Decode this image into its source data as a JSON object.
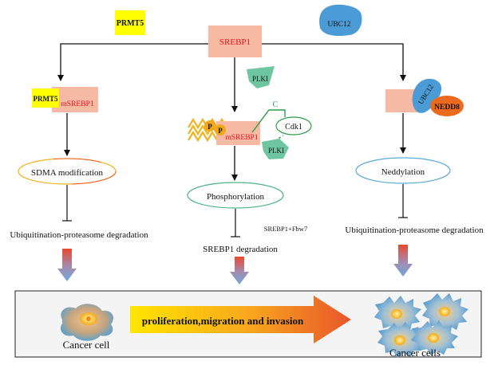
{
  "top": {
    "prmt5_label": "PRMT5",
    "srebp1_label": "SREBP1",
    "ubc12_label": "UBC12"
  },
  "left_path": {
    "prmt5_label": "PRMT5",
    "msrebp1_label": "mSREBP1",
    "modification_label": "SDMA modification",
    "degradation_label": "Ubiquitination-proteasome degradation"
  },
  "middle_path": {
    "plk1_top_label": "PLKI",
    "c_label": "C",
    "cdk1_label": "Cdk1",
    "plk1_bottom_label": "PLKI",
    "p_label_1": "P",
    "p_label_2": "P",
    "msrebp1_label": "mSREBP1",
    "process_label": "Phosphorylation",
    "complex_label": "SREBP1+Fbw7",
    "degradation_label": "SREBP1 degradation"
  },
  "right_path": {
    "ubc12_label": "UBC12",
    "nedd8_label": "NEDD8",
    "process_label": "Neddylation",
    "degradation_label": "Ubiquitination-proteasome degradation"
  },
  "bottom_panel": {
    "cancer_cell_label": "Cancer cell",
    "arrow_label": "proliferation,migration and invasion",
    "cancer_cells_label": "Cancer cells"
  },
  "colors": {
    "prmt5_yellow": "#ffff00",
    "srebp1_box": "#f6b9a4",
    "srebp1_text": "#e8141b",
    "ubc12_blue": "#4b9cd6",
    "nedd8_orange": "#ec6a1e",
    "plk1_green": "#6ec6a0",
    "cdk1_green": "#2e9a4a",
    "arrow_red": "#e8492f",
    "arrow_blue": "#6fa8dc"
  }
}
